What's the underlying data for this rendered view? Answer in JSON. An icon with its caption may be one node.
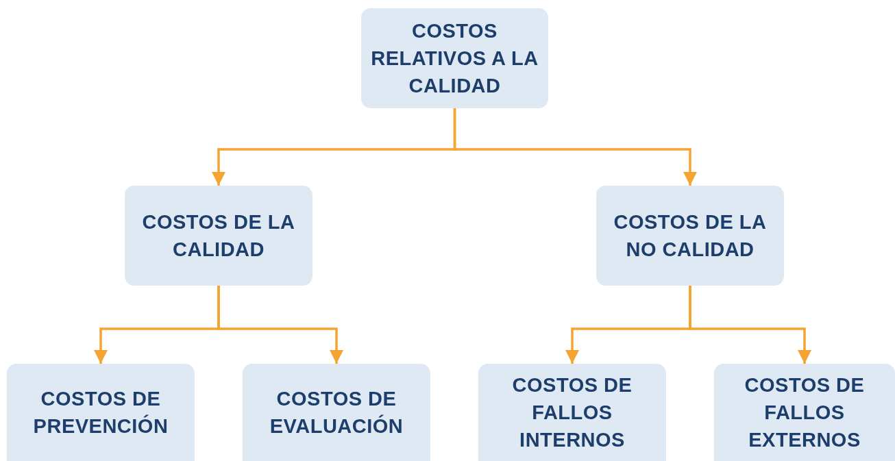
{
  "diagram": {
    "nodes": [
      {
        "text": [
          "COSTOS RELATIVOS A LA CALIDAD"
        ]
      },
      {
        "text": [
          "COSTOS DE LA CALIDAD"
        ]
      },
      {
        "text": [
          "COSTOS DE LA NO CALIDAD"
        ]
      },
      {
        "text": [
          "COSTOS DE PREVENCIÓN"
        ]
      },
      {
        "text": [
          "COSTOS DE EVALUACIÓN"
        ]
      },
      {
        "text": [
          "COSTOS DE FALLOS INTERNOS"
        ]
      },
      {
        "text": [
          "COSTOS DE FALLOS EXTERNOS"
        ]
      }
    ],
    "edges": [
      {
        "from": 0,
        "to": 1,
        "arrow": "to"
      },
      {
        "from": 0,
        "to": 2,
        "arrow": "to"
      },
      {
        "from": 1,
        "to": 3,
        "arrow": "to"
      },
      {
        "from": 1,
        "to": 4,
        "arrow": "to"
      },
      {
        "from": 2,
        "to": 5,
        "arrow": "to"
      },
      {
        "from": 2,
        "to": 6,
        "arrow": "to"
      }
    ]
  }
}
